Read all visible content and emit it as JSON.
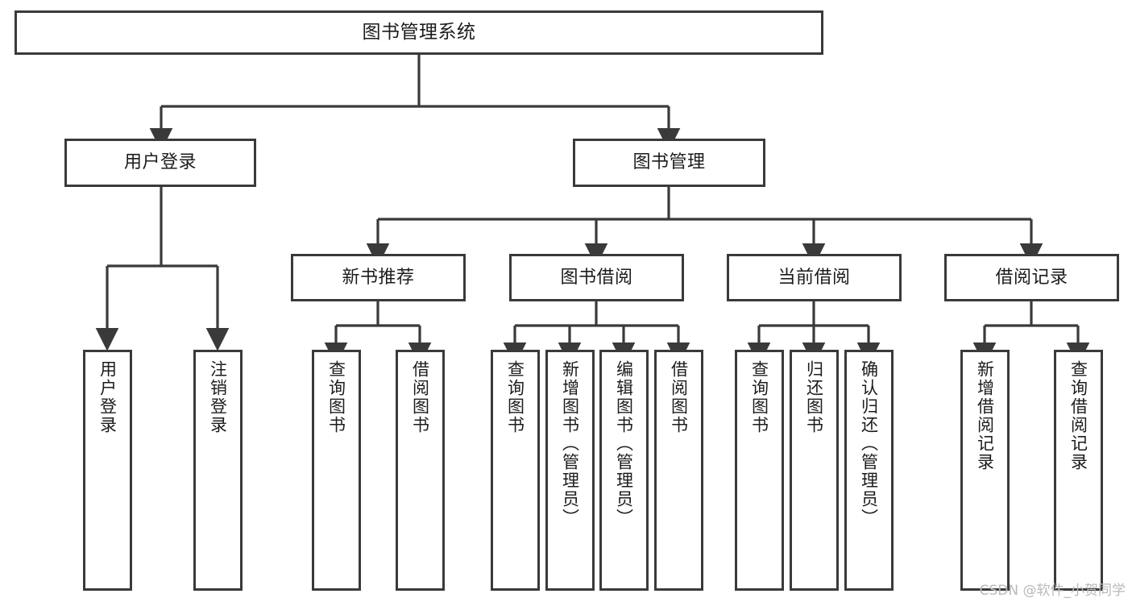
{
  "diagram": {
    "title": "图书管理系统",
    "type": "functional-structure-tree",
    "root": {
      "id": "root",
      "label": "图书管理系统"
    },
    "level2": [
      {
        "id": "user-login",
        "label": "用户登录"
      },
      {
        "id": "book-manage",
        "label": "图书管理"
      }
    ],
    "level3": [
      {
        "id": "new-book-rec",
        "label": "新书推荐",
        "parent": "book-manage"
      },
      {
        "id": "book-borrow",
        "label": "图书借阅",
        "parent": "book-manage"
      },
      {
        "id": "current-borrow",
        "label": "当前借阅",
        "parent": "book-manage"
      },
      {
        "id": "borrow-record",
        "label": "借阅记录",
        "parent": "book-manage"
      }
    ],
    "leaves": [
      {
        "id": "leaf-user-login",
        "label": "用户登录",
        "parent": "user-login"
      },
      {
        "id": "leaf-logout-login",
        "label": "注销登录",
        "parent": "user-login"
      },
      {
        "id": "leaf-query-book-1",
        "label": "查询图书",
        "parent": "new-book-rec"
      },
      {
        "id": "leaf-borrow-book-1",
        "label": "借阅图书",
        "parent": "new-book-rec"
      },
      {
        "id": "leaf-query-book-2",
        "label": "查询图书",
        "parent": "book-borrow"
      },
      {
        "id": "leaf-add-book",
        "label": "新增图书（管理员）",
        "parent": "book-borrow"
      },
      {
        "id": "leaf-edit-book",
        "label": "编辑图书（管理员）",
        "parent": "book-borrow"
      },
      {
        "id": "leaf-borrow-book-2",
        "label": "借阅图书",
        "parent": "book-borrow"
      },
      {
        "id": "leaf-query-book-3",
        "label": "查询图书",
        "parent": "current-borrow"
      },
      {
        "id": "leaf-return-book",
        "label": "归还图书",
        "parent": "current-borrow"
      },
      {
        "id": "leaf-confirm-return",
        "label": "确认归还（管理员）",
        "parent": "current-borrow"
      },
      {
        "id": "leaf-add-record",
        "label": "新增借阅记录",
        "parent": "borrow-record"
      },
      {
        "id": "leaf-query-record",
        "label": "查询借阅记录",
        "parent": "borrow-record"
      }
    ]
  },
  "watermark": {
    "text": "CSDN @软件_小贺同学"
  },
  "colors": {
    "background": "#ffffff",
    "box_border": "#3a3a3a",
    "box_fill": "#ffffff",
    "text": "#1c1c1c",
    "connector": "#3a3a3a",
    "watermark": "#b9b9b9"
  }
}
